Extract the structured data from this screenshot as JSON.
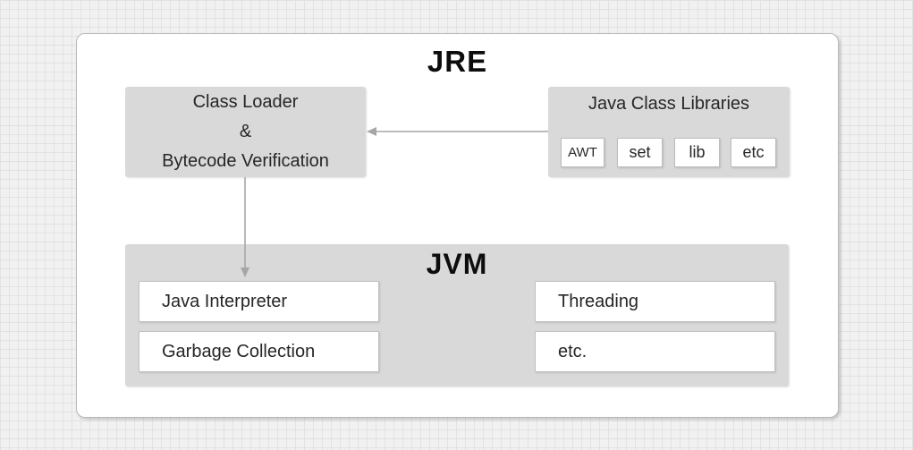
{
  "diagram": {
    "title": "JRE",
    "class_loader_box": {
      "lines": [
        "Class Loader",
        "&",
        "Bytecode Verification"
      ]
    },
    "java_class_libraries": {
      "title": "Java Class Libraries",
      "items": [
        "AWT",
        "set",
        "lib",
        "etc"
      ]
    },
    "jvm": {
      "title": "JVM",
      "left_items": [
        "Java Interpreter",
        "Garbage Collection"
      ],
      "right_items": [
        "Threading",
        "etc."
      ]
    }
  },
  "colors": {
    "box_gray": "#d9d9d9",
    "arrow_gray": "#a6a6a6",
    "container_bg": "#ffffff",
    "text": "#262626",
    "title_text": "#0d0d0d",
    "background_grid_line": "#e2e2e2",
    "background_base": "#f1f1f1"
  }
}
